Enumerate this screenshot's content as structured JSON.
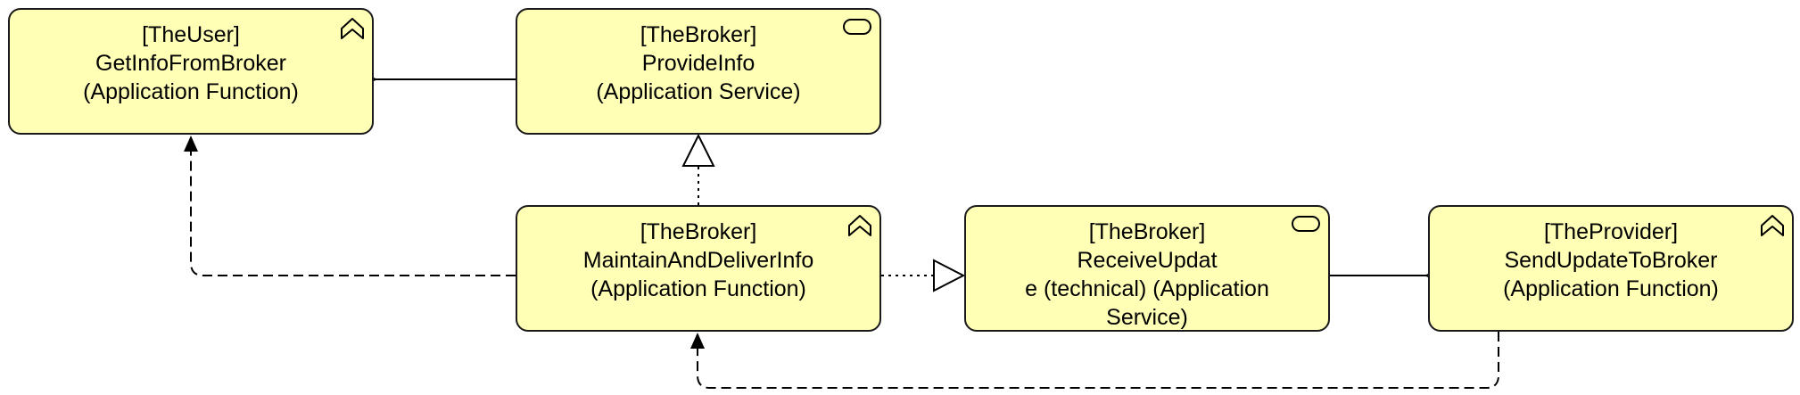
{
  "diagram": {
    "nodes": {
      "get_info": {
        "owner": "[TheUser]",
        "name": "GetInfoFromBroker",
        "kind": "(Application Function)",
        "icon": "application-function-icon"
      },
      "provide_info": {
        "owner": "[TheBroker]",
        "name": "ProvideInfo",
        "kind": "(Application Service)",
        "icon": "application-service-icon"
      },
      "maintain": {
        "owner": "[TheBroker]",
        "name": "MaintainAndDeliverInfo",
        "kind": "(Application Function)",
        "icon": "application-function-icon"
      },
      "receive": {
        "owner": "[TheBroker]",
        "name_line1": "ReceiveUpdat",
        "name_line2": "e (technical) (Application",
        "name_line3": "Service)",
        "icon": "application-service-icon"
      },
      "send": {
        "owner": "[TheProvider]",
        "name": "SendUpdateToBroker",
        "kind": "(Application Function)",
        "icon": "application-function-icon"
      }
    },
    "relations": [
      {
        "from": "provide_info",
        "to": "get_info",
        "type": "serving"
      },
      {
        "from": "maintain",
        "to": "provide_info",
        "type": "realization"
      },
      {
        "from": "maintain",
        "to": "receive",
        "type": "realization"
      },
      {
        "from": "maintain",
        "to": "get_info",
        "type": "flow"
      },
      {
        "from": "receive",
        "to": "send",
        "type": "serving"
      },
      {
        "from": "send",
        "to": "maintain",
        "type": "flow"
      }
    ],
    "colors": {
      "node_fill": "#ffffb5",
      "node_border": "#1a1a1a",
      "edge": "#000000"
    }
  }
}
